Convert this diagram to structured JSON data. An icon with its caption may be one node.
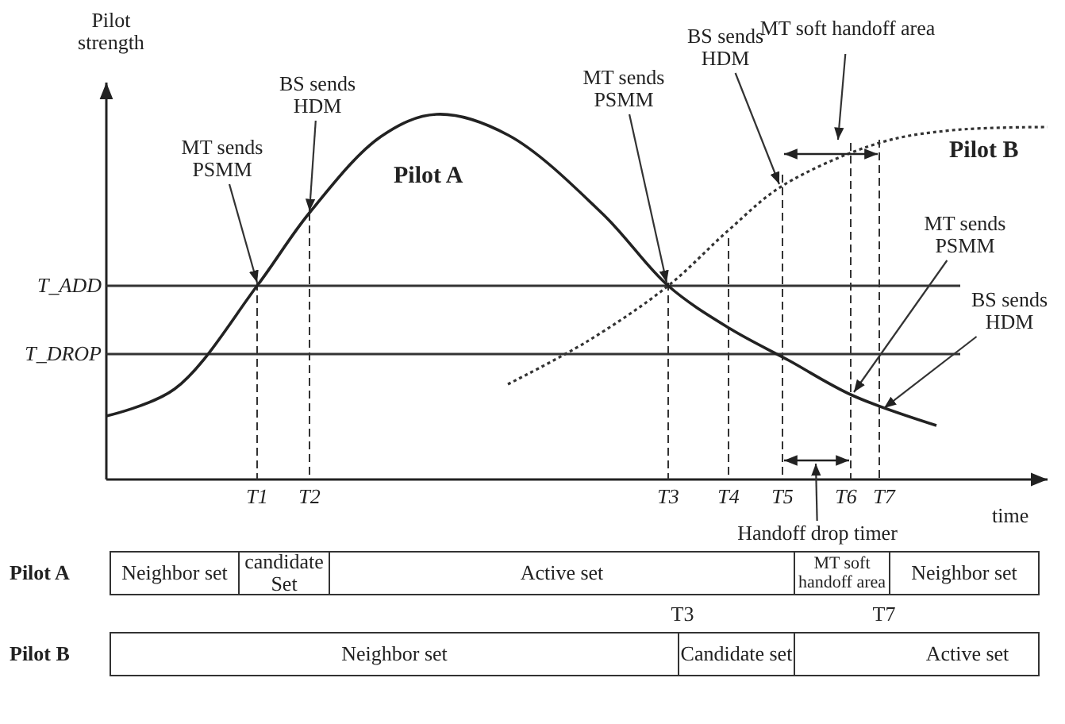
{
  "diagram": {
    "nodes": [
      {
        "text": [
          "MT sends PSMM"
        ]
      },
      {
        "text": [
          "BS sends HDM"
        ]
      },
      {
        "text": [
          "MT sends PSMM"
        ]
      },
      {
        "text": [
          "BS sends HDM"
        ]
      },
      {
        "text": [
          "MT soft handoff area"
        ]
      },
      {
        "text": [
          "MT sends PSMM"
        ]
      },
      {
        "text": [
          "BS sends HDM"
        ]
      },
      {
        "text": [
          "Handoff drop timer"
        ]
      },
      {
        "text": [
          "Neighbor set"
        ]
      },
      {
        "text": [
          "candidate Set"
        ]
      },
      {
        "text": [
          "Active set"
        ]
      },
      {
        "text": [
          "MT soft handoff area"
        ]
      },
      {
        "text": [
          "Neighbor set"
        ]
      },
      {
        "text": [
          "Neighbor set"
        ]
      },
      {
        "text": [
          "Candidate set"
        ]
      },
      {
        "text": [
          "Active set"
        ]
      }
    ],
    "edges": [
      {
        "from": 0,
        "to": null,
        "arrow": "to"
      },
      {
        "from": 1,
        "to": null,
        "arrow": "to"
      },
      {
        "from": 2,
        "to": null,
        "arrow": "to"
      },
      {
        "from": 3,
        "to": null,
        "arrow": "to"
      },
      {
        "from": 4,
        "to": null,
        "arrow": "to"
      },
      {
        "from": 5,
        "to": null,
        "arrow": "to"
      },
      {
        "from": 6,
        "to": null,
        "arrow": "to"
      },
      {
        "from": 7,
        "to": null,
        "arrow": "to"
      }
    ],
    "labels": [
      "Pilot strength",
      "T_ADD",
      "T_DROP",
      "Pilot A",
      "Pilot B",
      "T1",
      "T2",
      "T3",
      "T4",
      "T5",
      "T6",
      "T7",
      "time",
      "Pilot A",
      "T3",
      "T7",
      "Pilot B"
    ]
  }
}
